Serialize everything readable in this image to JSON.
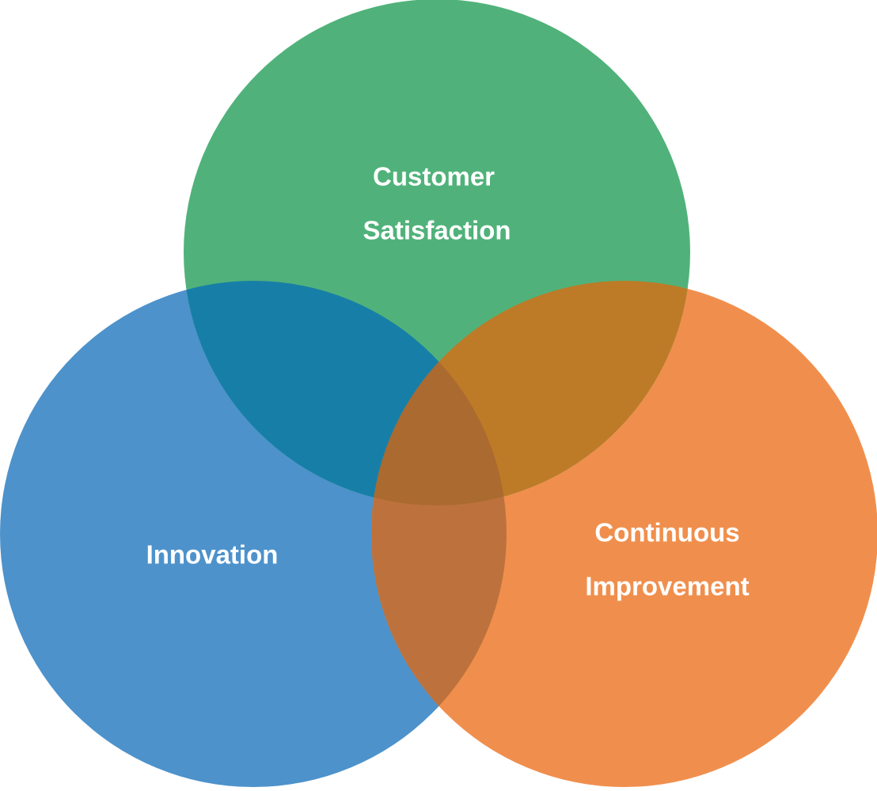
{
  "diagram": {
    "type": "venn",
    "circles": [
      {
        "id": "customer-satisfaction",
        "label_lines": [
          "Customer",
          "Satisfaction"
        ],
        "color": "#50B27A"
      },
      {
        "id": "innovation",
        "label_lines": [
          "Innovation"
        ],
        "color": "#4D92CB"
      },
      {
        "id": "continuous-improvement",
        "label_lines": [
          "Continuous",
          "Improvement"
        ],
        "color": "#F08F4D"
      }
    ],
    "overlap_colors": {
      "customer_innovation": "#177FA7",
      "customer_improvement": "#BD7B28",
      "innovation_improvement": "#BD723D",
      "center": "#AB6A2F"
    }
  }
}
